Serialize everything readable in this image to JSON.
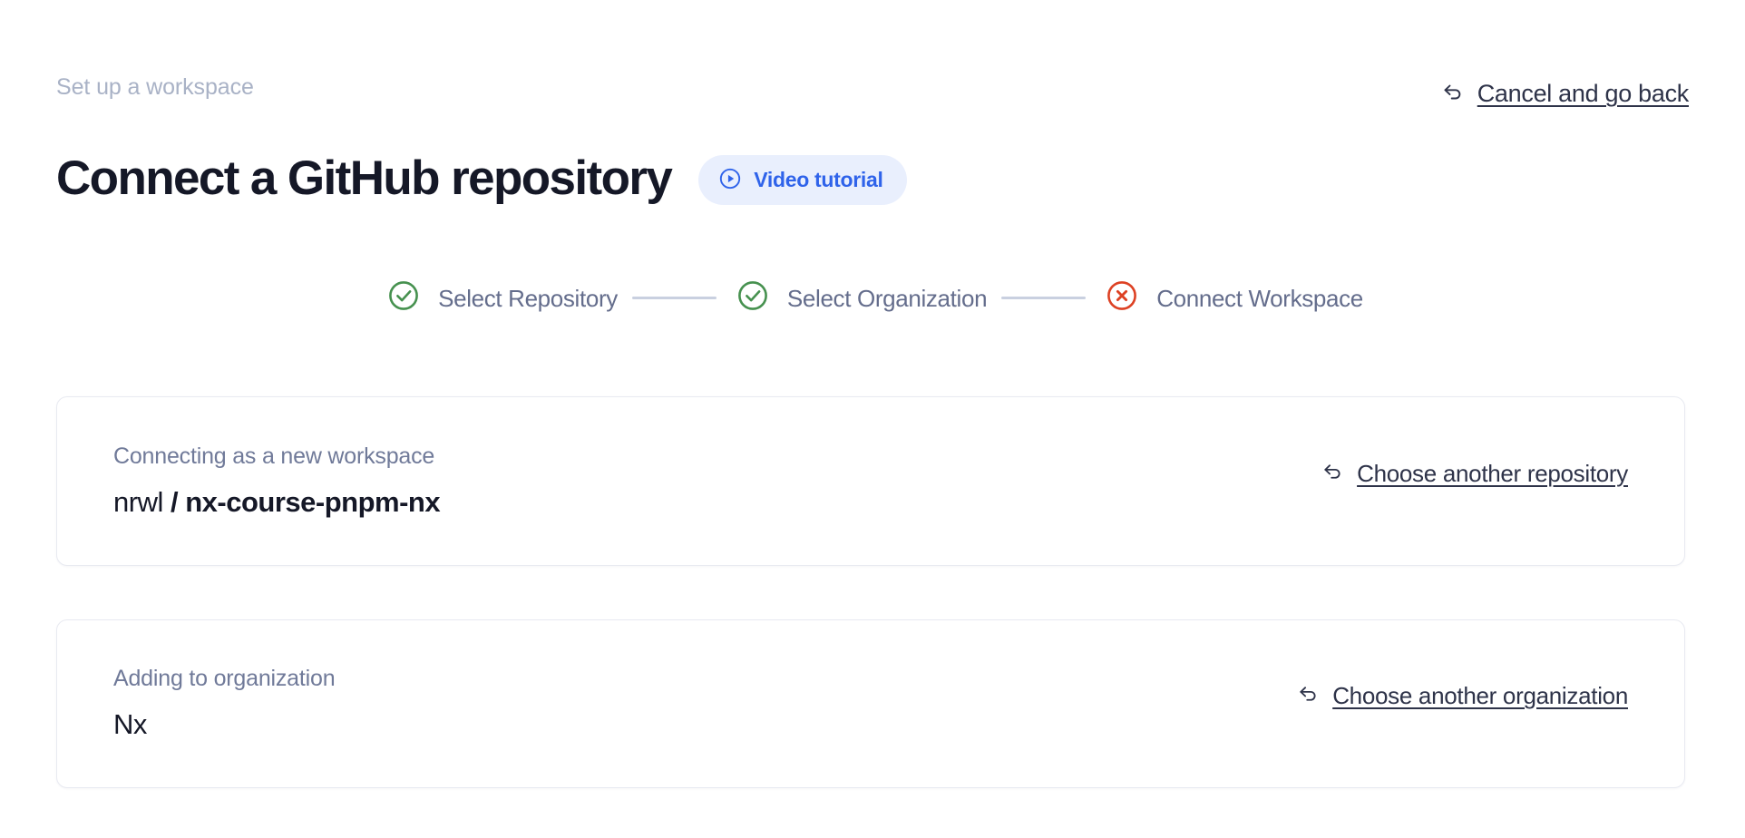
{
  "header": {
    "breadcrumb": "Set up a workspace",
    "title": "Connect a GitHub repository",
    "video_badge_label": "Video tutorial",
    "video_badge_icon": "play-circle-icon",
    "cancel_link_label": "Cancel and go back",
    "cancel_link_icon": "back-arrow-icon"
  },
  "stepper": {
    "steps": [
      {
        "label": "Select Repository",
        "state": "complete",
        "icon": "check-circle-icon"
      },
      {
        "label": "Select Organization",
        "state": "complete",
        "icon": "check-circle-icon"
      },
      {
        "label": "Connect Workspace",
        "state": "error",
        "icon": "x-circle-icon"
      }
    ]
  },
  "cards": {
    "repository": {
      "caption": "Connecting as a new workspace",
      "owner": "nrwl",
      "separator": "/",
      "name": "nx-course-pnpm-nx",
      "action_label": "Choose another repository",
      "action_icon": "back-arrow-icon"
    },
    "organization": {
      "caption": "Adding to organization",
      "name": "Nx",
      "action_label": "Choose another organization",
      "action_icon": "back-arrow-icon"
    }
  },
  "colors": {
    "background": "#ffffff",
    "title": "#151827",
    "breadcrumb": "#a9b2c6",
    "accent_blue": "#2f63ea",
    "badge_background": "#e9effd",
    "step_complete": "#46914f",
    "step_error": "#dd4123",
    "step_label": "#646d8c",
    "connector": "#c9d0e0",
    "card_border": "#e8eaf1",
    "link": "#2e3349",
    "muted_text": "#707a99"
  }
}
